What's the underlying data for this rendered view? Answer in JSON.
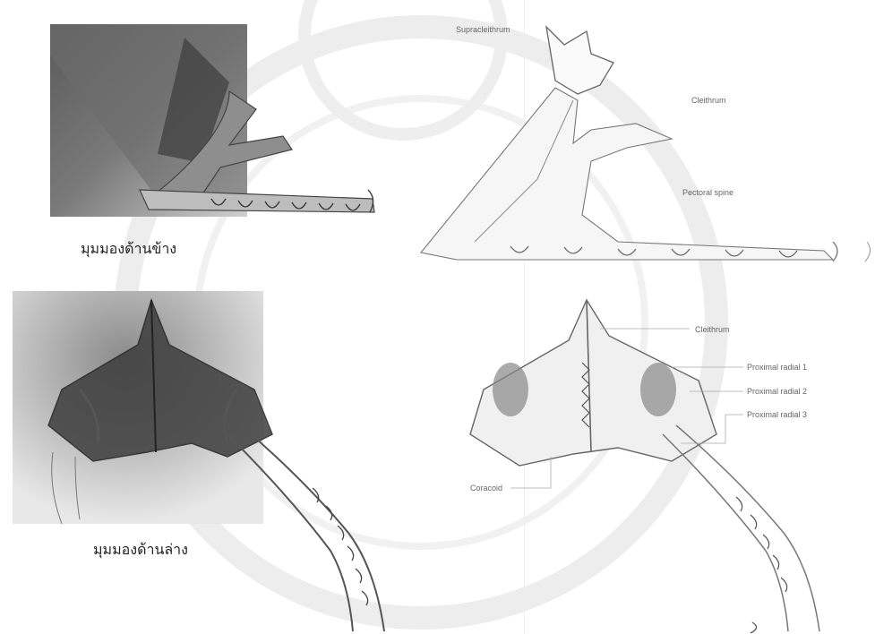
{
  "labels": {
    "side_view": "มุมมองด้านข้าง",
    "bottom_view": "มุมมองด้านล่าง"
  },
  "annotations": {
    "supracleithrum": "Supracleithrum",
    "cleithrum_top": "Cleithrum",
    "pectoral_spine": "Pectoral spine",
    "cleithrum_bottom": "Cleithrum",
    "proximal_radial_1": "Proximal radial 1",
    "proximal_radial_2": "Proximal radial 2",
    "proximal_radial_3": "Proximal radial 3",
    "coracoid": "Coracoid"
  },
  "colors": {
    "xray_dark": "#3a3a3a",
    "xray_light": "#d8d8d8",
    "drawing_line": "#555555",
    "watermark": "#e4e4e4"
  }
}
